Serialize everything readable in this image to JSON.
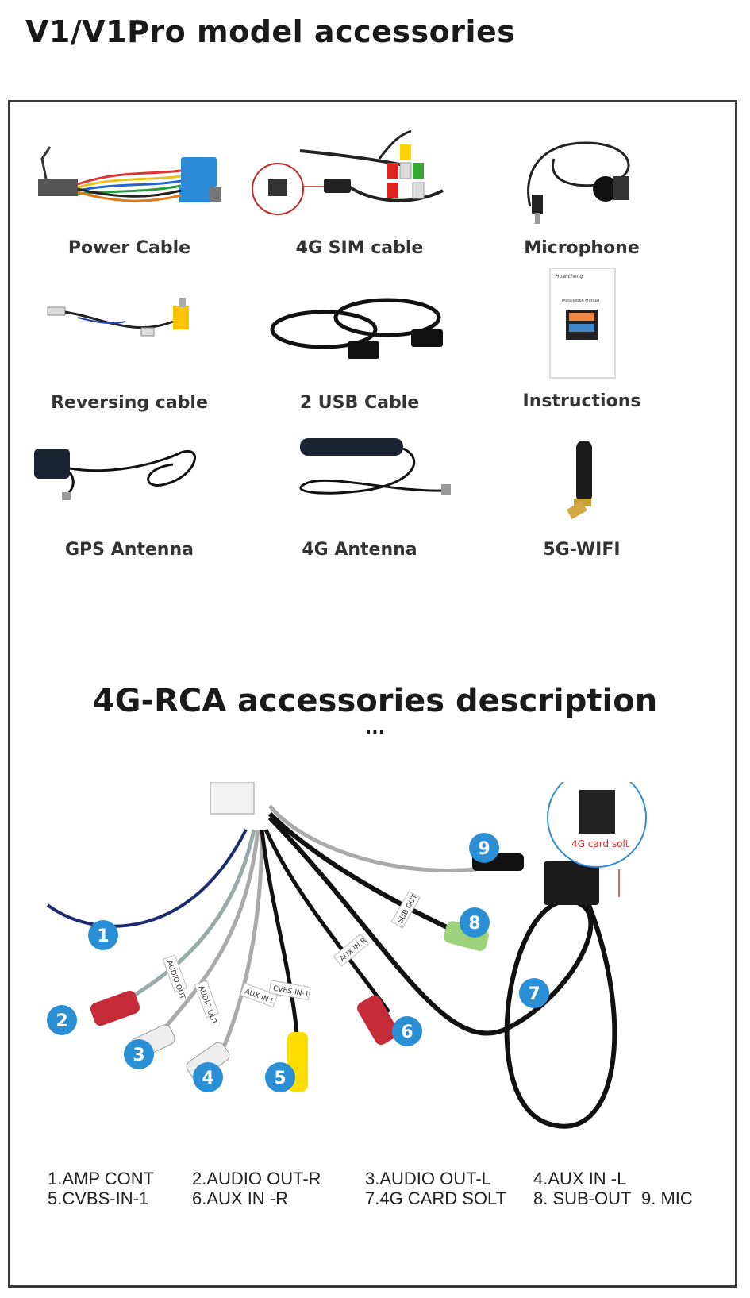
{
  "page_title": "V1/V1Pro model accessories",
  "accessories": [
    {
      "label": "Power Cable",
      "icon": "power-cable-icon"
    },
    {
      "label": "4G SIM cable",
      "icon": "sim-cable-icon"
    },
    {
      "label": "Microphone",
      "icon": "microphone-icon"
    },
    {
      "label": "Reversing cable",
      "icon": "reversing-cable-icon"
    },
    {
      "label": "2 USB Cable",
      "icon": "usb-cable-icon"
    },
    {
      "label": "Instructions",
      "icon": "manual-icon"
    },
    {
      "label": "GPS Antenna",
      "icon": "gps-antenna-icon"
    },
    {
      "label": "4G Antenna",
      "icon": "4g-antenna-icon"
    },
    {
      "label": "5G-WIFI",
      "icon": "wifi-antenna-icon"
    }
  ],
  "manual": {
    "brand": "Huancheng",
    "title": "Installation Manual"
  },
  "section_title": "4G-RCA accessories description",
  "ellipsis": "...",
  "diagram": {
    "callout_label": "4G card solt",
    "tags": [
      "AUDIO OUT",
      "AUDIO OUT",
      "AUX IN L",
      "CVBS-IN-1",
      "AUX IN R",
      "SUB OUT"
    ],
    "markers": [
      "1",
      "2",
      "3",
      "4",
      "5",
      "6",
      "7",
      "8",
      "9"
    ],
    "colors": {
      "marker": "#2b8fd6",
      "callout": "#d23030"
    }
  },
  "legend": {
    "row1": [
      "1.AMP CONT",
      "2.AUDIO OUT-R",
      "3.AUDIO OUT-L",
      "4.AUX IN -L"
    ],
    "row2": [
      "5.CVBS-IN-1",
      "6.AUX IN -R",
      "7.4G CARD SOLT",
      "8. SUB-OUT",
      "9. MIC"
    ]
  }
}
